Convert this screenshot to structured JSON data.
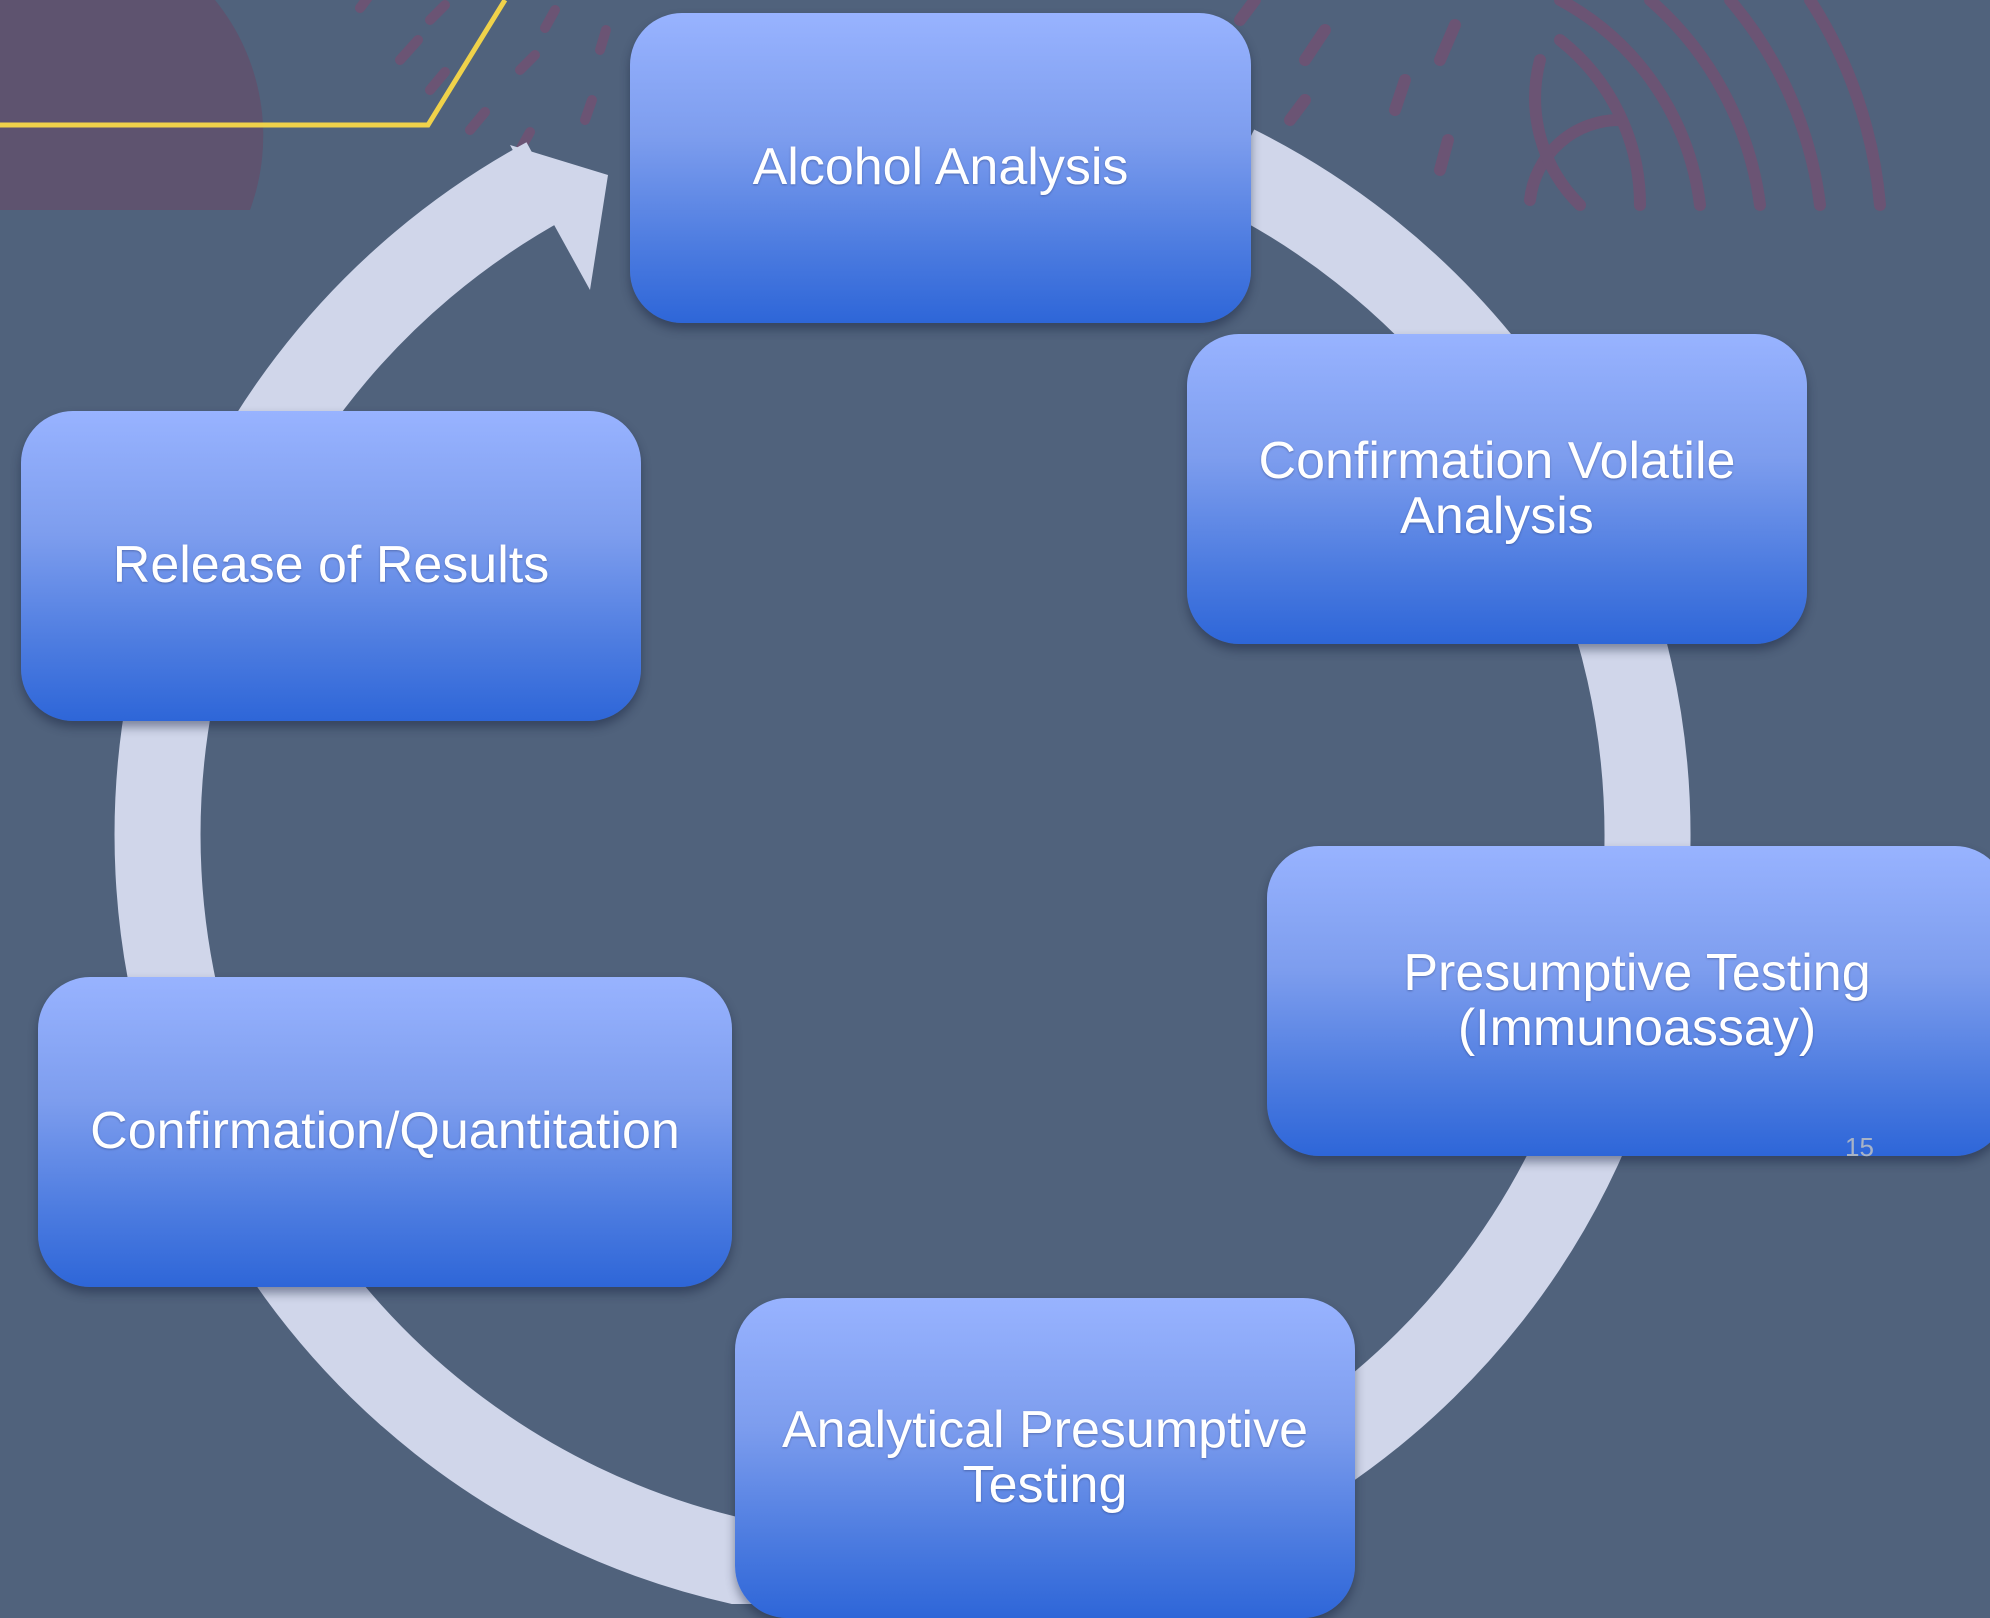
{
  "diagram": {
    "type": "cycle",
    "steps": [
      {
        "id": 1,
        "label": "Alcohol Analysis"
      },
      {
        "id": 2,
        "label": "Confirmation Volatile\nAnalysis"
      },
      {
        "id": 3,
        "label": "Presumptive Testing\n(Immunoassay)"
      },
      {
        "id": 4,
        "label": "Analytical  Presumptive\nTesting"
      },
      {
        "id": 5,
        "label": "Confirmation/Quantitation"
      },
      {
        "id": 6,
        "label": "Release of Results"
      }
    ]
  },
  "slide": {
    "page_number": "15"
  },
  "colors": {
    "background": "#50627c",
    "ring": "#d0d6ea",
    "box_top": "#98b3ff",
    "box_bottom": "#2e66d8",
    "accent_line": "#f0d24a",
    "decor": "#6b5474"
  }
}
